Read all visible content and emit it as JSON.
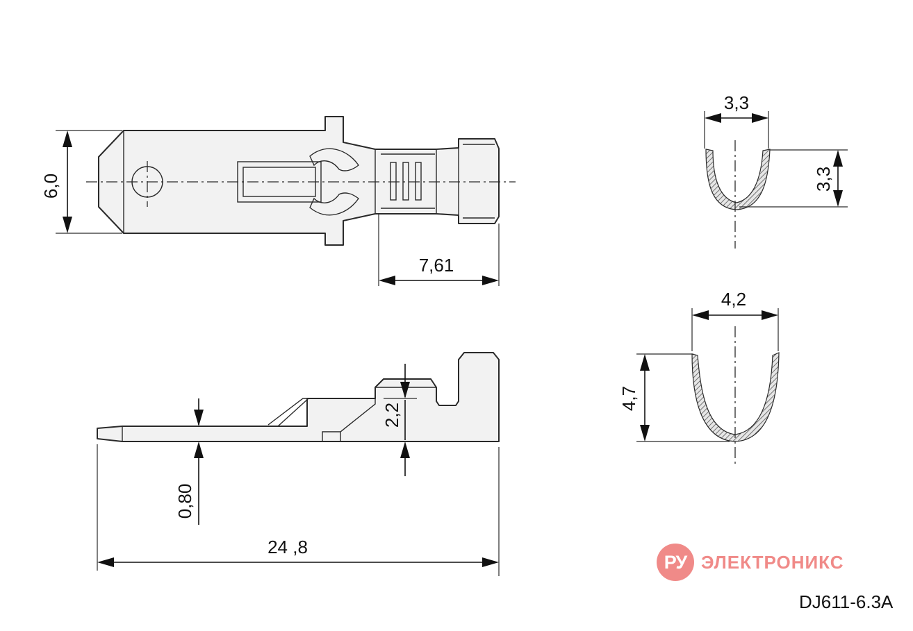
{
  "dimensions": {
    "width_top": "6,0",
    "crimp_length": "7,61",
    "thickness": "0,80",
    "crimp_height": "2,2",
    "total_length": "24 ,8",
    "section_a_width": "3,3",
    "section_a_height": "3,3",
    "section_b_width": "4,2",
    "section_b_height": "4,7"
  },
  "logo": {
    "badge": "РУ",
    "text": "ЭЛЕКТРОНИКС",
    "color": "#f08a88"
  },
  "part_number": "DJ611-6.3A"
}
